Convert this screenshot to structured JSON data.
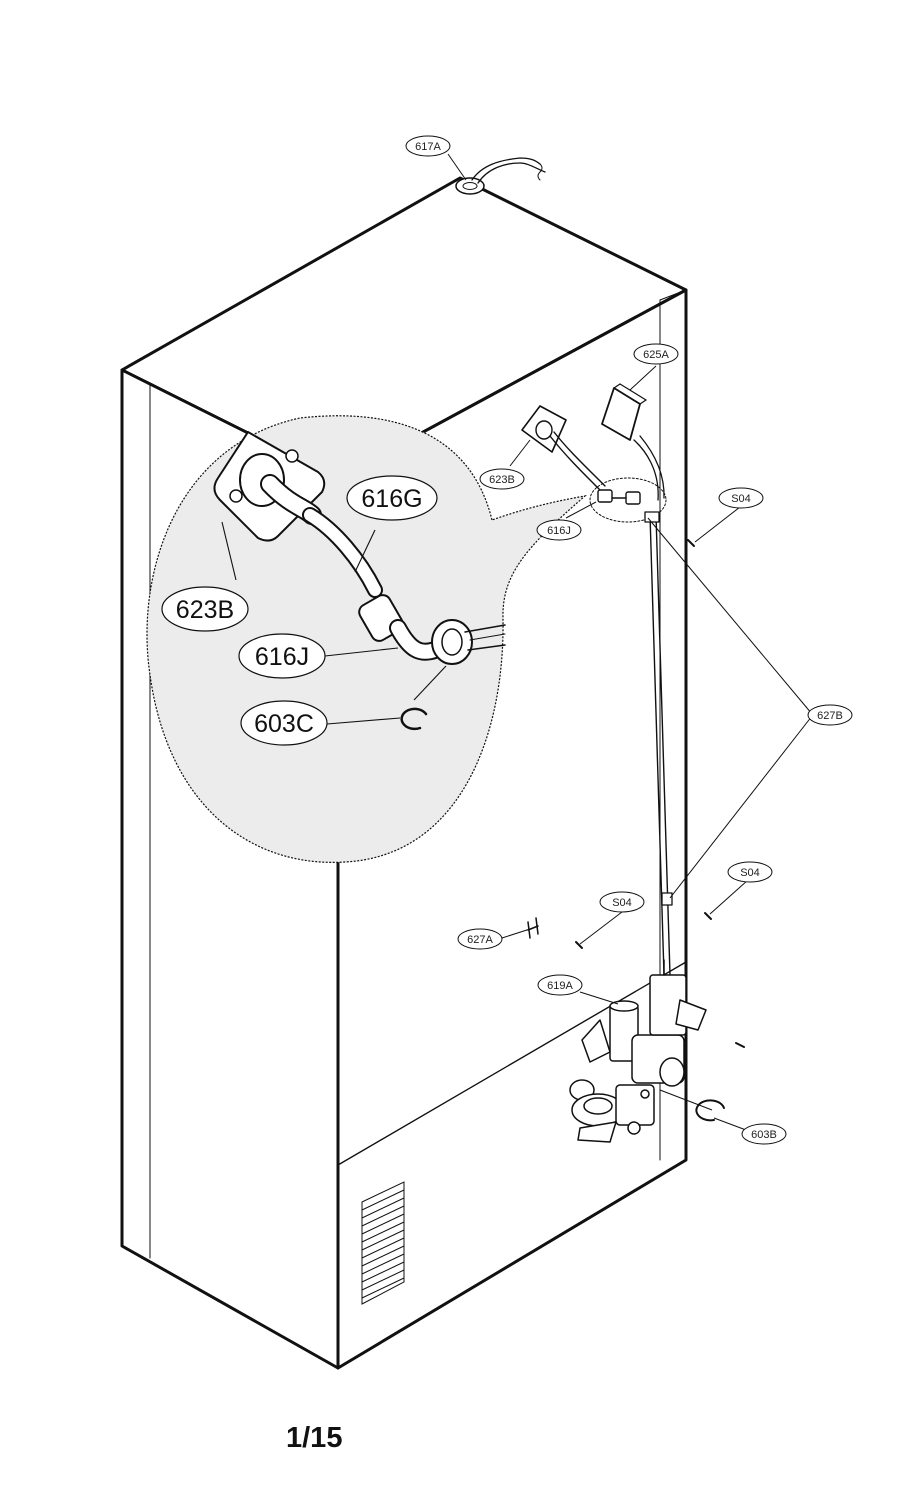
{
  "callouts": {
    "c617A": "617A",
    "c625A": "625A",
    "c623B": "623B",
    "c616J": "616J",
    "cS04_top": "S04",
    "c627B": "627B",
    "cS04_right": "S04",
    "cS04_mid": "S04",
    "c627A": "627A",
    "c619A": "619A",
    "c603B": "603B"
  },
  "detail_callouts": {
    "d616G": "616G",
    "d623B": "623B",
    "d616J": "616J",
    "d603C": "603C"
  },
  "page_number": "1/15",
  "colors": {
    "line": "#111111",
    "detail_fill": "#ededed",
    "callout_fill": "#ffffff"
  }
}
